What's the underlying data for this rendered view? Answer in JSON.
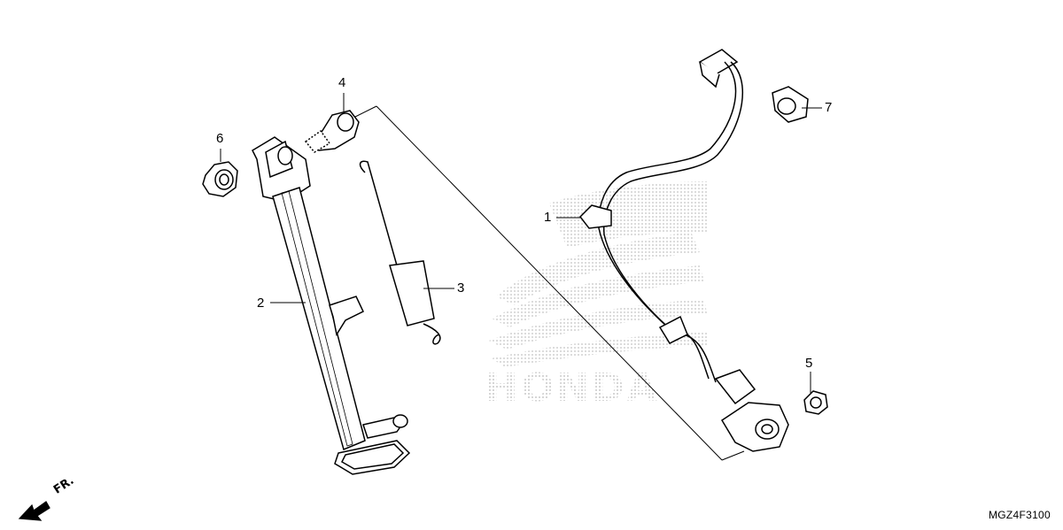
{
  "diagram": {
    "callouts": [
      {
        "id": "1",
        "label": "1"
      },
      {
        "id": "2",
        "label": "2"
      },
      {
        "id": "3",
        "label": "3"
      },
      {
        "id": "4",
        "label": "4"
      },
      {
        "id": "5",
        "label": "5"
      },
      {
        "id": "6",
        "label": "6"
      },
      {
        "id": "7",
        "label": "7"
      }
    ],
    "direction_label": "FR.",
    "diagram_code": "MGZ4F3100",
    "watermark": {
      "logo": "honda-wing-logo",
      "text": "HONDA",
      "color": "#e9e9e9"
    },
    "line_color": "#000000",
    "fill_color": "#ffffff"
  }
}
